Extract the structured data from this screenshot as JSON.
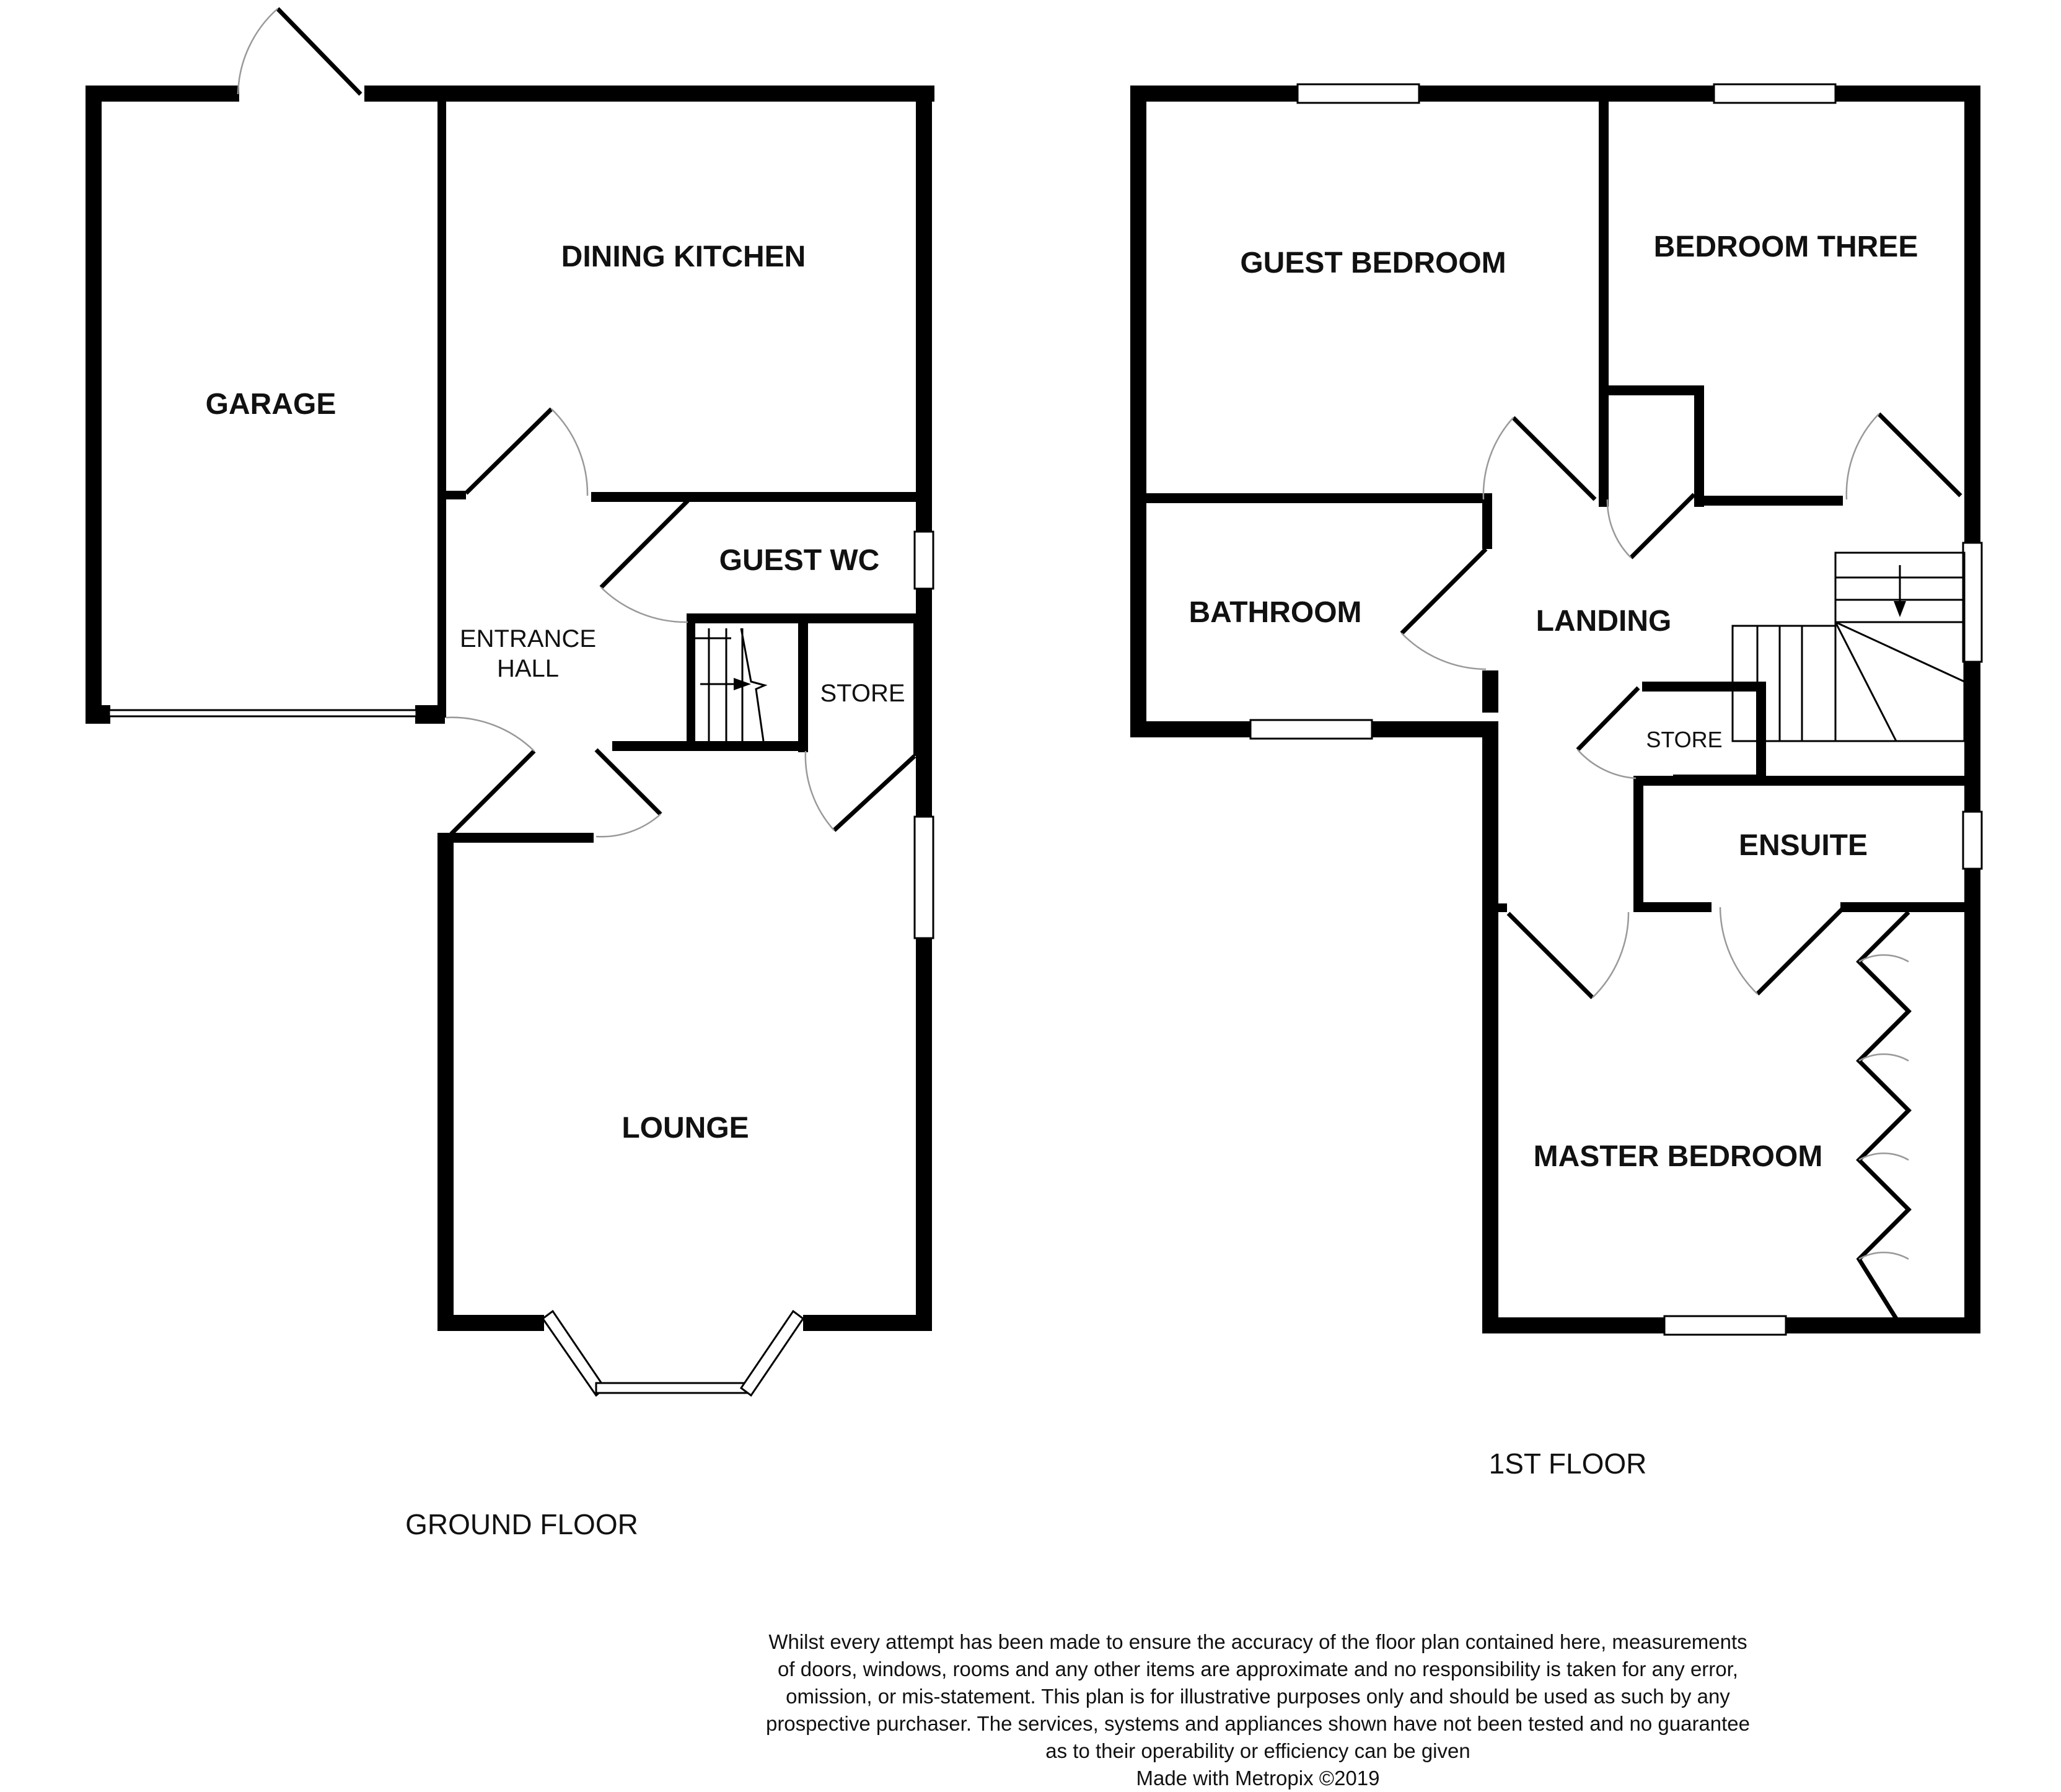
{
  "floors": {
    "ground": {
      "label": "GROUND FLOOR",
      "rooms": {
        "garage": "GARAGE",
        "dining_kitchen": "DINING KITCHEN",
        "guest_wc": "GUEST WC",
        "entrance_hall_line1": "ENTRANCE",
        "entrance_hall_line2": "HALL",
        "store": "STORE",
        "lounge": "LOUNGE"
      }
    },
    "first": {
      "label": "1ST FLOOR",
      "rooms": {
        "guest_bedroom": "GUEST BEDROOM",
        "bedroom_three": "BEDROOM THREE",
        "bathroom": "BATHROOM",
        "landing": "LANDING",
        "store": "STORE",
        "ensuite": "ENSUITE",
        "master_bedroom": "MASTER BEDROOM"
      }
    }
  },
  "disclaimer": {
    "lines": [
      "Whilst every attempt has been made to ensure the accuracy of the floor plan contained here, measurements",
      "of doors, windows, rooms and any other items are approximate and no responsibility is taken for any error,",
      "omission, or mis-statement. This plan is for illustrative purposes only and should be used as such by any",
      "prospective purchaser. The services, systems and appliances shown have not been tested and no guarantee",
      "as to their operability or efficiency can be given"
    ],
    "credit": "Made with Metropix ©2019"
  }
}
